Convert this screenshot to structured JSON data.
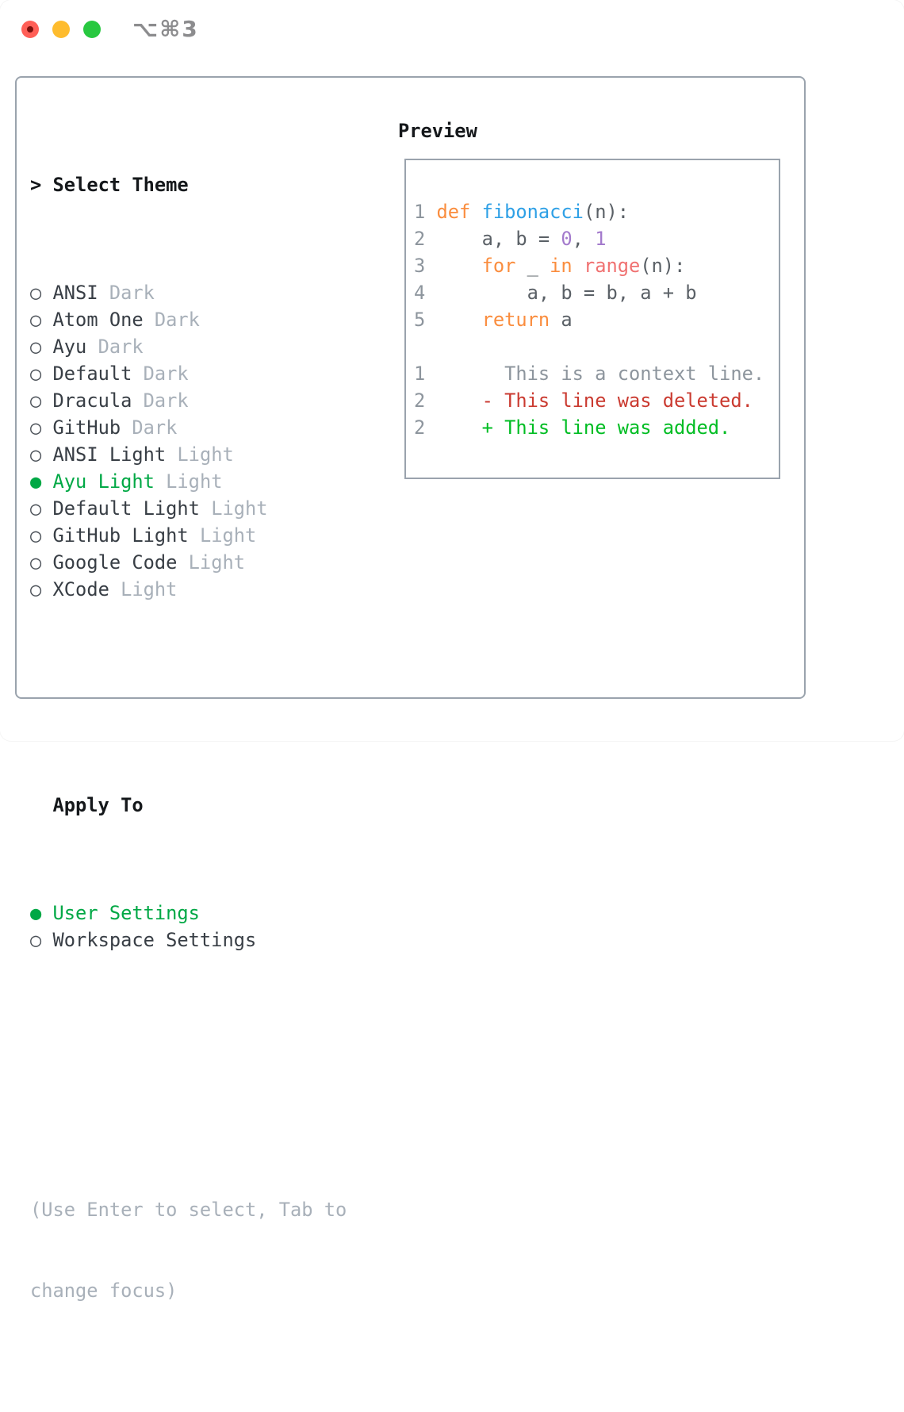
{
  "window": {
    "title": "⌥⌘3",
    "traffic_lights": {
      "close": "close-button",
      "minimize": "minimize-button",
      "zoom": "zoom-button"
    }
  },
  "palette": {
    "tl_red": "#ff5f57",
    "tl_red_dot": "#7c100c",
    "tl_yellow": "#febc2e",
    "tl_green": "#28c840",
    "title_gray": "#8c8c8e",
    "border_gray": "#9aa3ad",
    "heading_black": "#15181b",
    "name_dark": "#383e45",
    "variant_gray": "#a8b0b9",
    "circle_gray": "#4b5158",
    "select_green": "#00a845",
    "hint_gray": "#a8b0b9",
    "code_plain": "#5a6066",
    "gutter_gray": "#8d959d",
    "keyword_orange": "#fa8d3e",
    "function_blue": "#2ea0e6",
    "number_purple": "#a37acc",
    "builtin_coral": "#f07171",
    "context_gray": "#8d959d",
    "deleted_red": "#ca3a30",
    "added_green": "#00bd23"
  },
  "left_pane": {
    "header": {
      "marker": ">",
      "label": "Select Theme"
    },
    "themes": [
      {
        "name": "ANSI",
        "variant": "Dark",
        "selected": false
      },
      {
        "name": "Atom One",
        "variant": "Dark",
        "selected": false
      },
      {
        "name": "Ayu",
        "variant": "Dark",
        "selected": false
      },
      {
        "name": "Default",
        "variant": "Dark",
        "selected": false
      },
      {
        "name": "Dracula",
        "variant": "Dark",
        "selected": false
      },
      {
        "name": "GitHub",
        "variant": "Dark",
        "selected": false
      },
      {
        "name": "ANSI Light",
        "variant": "Light",
        "selected": false
      },
      {
        "name": "Ayu Light",
        "variant": "Light",
        "selected": true
      },
      {
        "name": "Default Light",
        "variant": "Light",
        "selected": false
      },
      {
        "name": "GitHub Light",
        "variant": "Light",
        "selected": false
      },
      {
        "name": "Google Code",
        "variant": "Light",
        "selected": false
      },
      {
        "name": "XCode",
        "variant": "Light",
        "selected": false
      }
    ],
    "apply_to": {
      "label": "Apply To",
      "options": [
        {
          "name": "User Settings",
          "selected": true
        },
        {
          "name": "Workspace Settings",
          "selected": false
        }
      ]
    },
    "hint": [
      "(Use Enter to select, Tab to",
      "change focus)"
    ]
  },
  "preview": {
    "title": "Preview",
    "lines": [
      [
        [
          "1 ",
          "g"
        ],
        [
          "def",
          "k"
        ],
        [
          " ",
          "p"
        ],
        [
          "fibonacci",
          "f"
        ],
        [
          "(n):",
          "p"
        ]
      ],
      [
        [
          "2",
          "g"
        ],
        [
          "     a, b = ",
          "p"
        ],
        [
          "0",
          "n"
        ],
        [
          ", ",
          "p"
        ],
        [
          "1",
          "n"
        ]
      ],
      [
        [
          "3",
          "g"
        ],
        [
          "     ",
          "p"
        ],
        [
          "for",
          "k"
        ],
        [
          " _ ",
          "p"
        ],
        [
          "in",
          "k"
        ],
        [
          " ",
          "p"
        ],
        [
          "range",
          "s"
        ],
        [
          "(n):",
          "p"
        ]
      ],
      [
        [
          "4",
          "g"
        ],
        [
          "         a, b = b, a + b",
          "p"
        ]
      ],
      [
        [
          "5",
          "g"
        ],
        [
          "     ",
          "p"
        ],
        [
          "return",
          "k"
        ],
        [
          " a",
          "p"
        ]
      ],
      [],
      [
        [
          "1",
          "g"
        ],
        [
          "       ",
          "p"
        ],
        [
          "This is a context line.",
          "ctx"
        ]
      ],
      [
        [
          "2",
          "g"
        ],
        [
          "     ",
          "p"
        ],
        [
          "- This line was deleted.",
          "del"
        ]
      ],
      [
        [
          "2",
          "g"
        ],
        [
          "     ",
          "p"
        ],
        [
          "+ This line was added.",
          "add"
        ]
      ]
    ]
  }
}
